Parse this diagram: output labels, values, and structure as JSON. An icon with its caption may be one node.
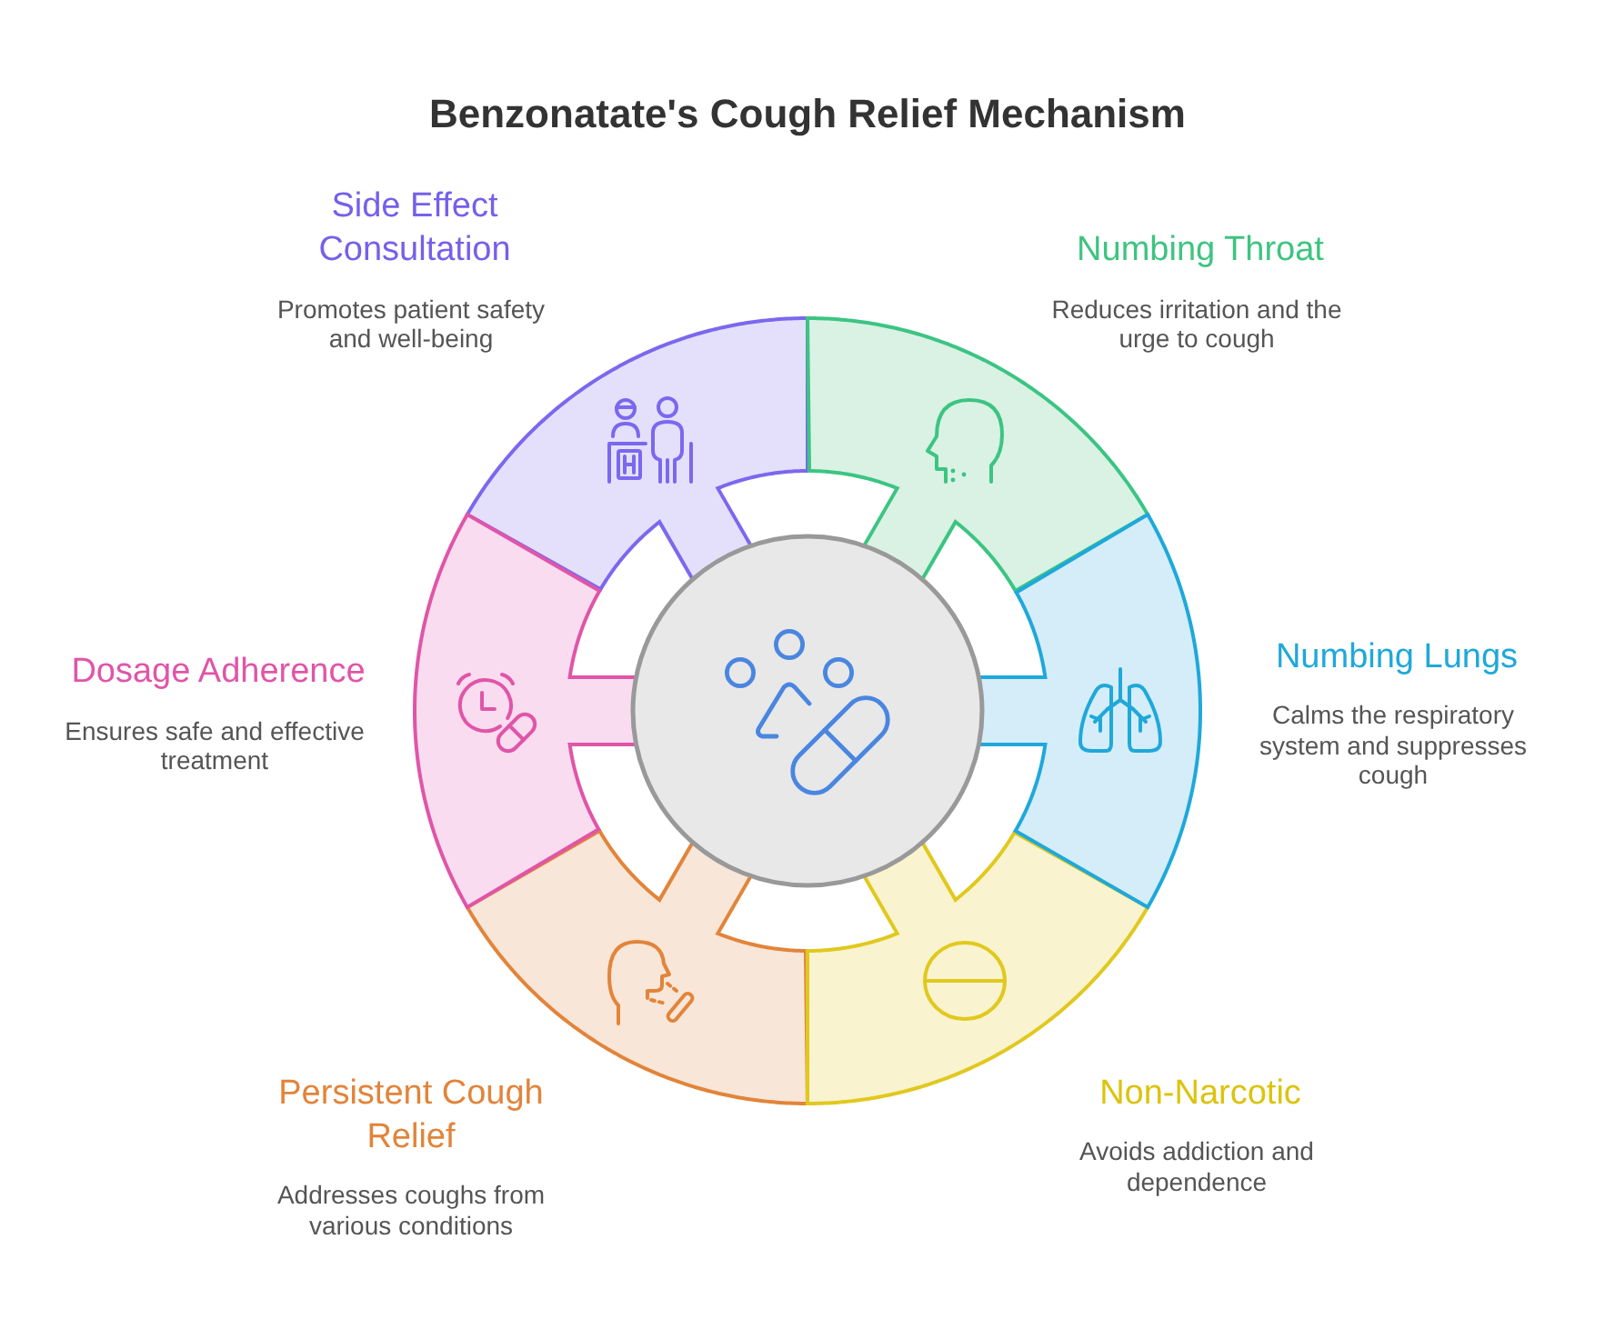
{
  "diagram": {
    "title": "Benzonatate's Cough Relief Mechanism",
    "nodes": [
      {
        "text": [
          "Side Effect Consultation",
          "Promotes patient safety and well-being"
        ]
      },
      {
        "text": [
          "Numbing Throat",
          "Reduces irritation and the urge to cough"
        ]
      },
      {
        "text": [
          "Dosage Adherence",
          "Ensures safe and effective treatment"
        ]
      },
      {
        "text": [
          "Numbing Lungs",
          "Calms the respiratory system and suppresses cough"
        ]
      },
      {
        "text": [
          "Persistent Cough Relief",
          "Addresses coughs from various conditions"
        ]
      },
      {
        "text": [
          "Non-Narcotic",
          "Avoids addiction and dependence"
        ]
      },
      {
        "text": [],
        "shape": "circle"
      }
    ]
  }
}
